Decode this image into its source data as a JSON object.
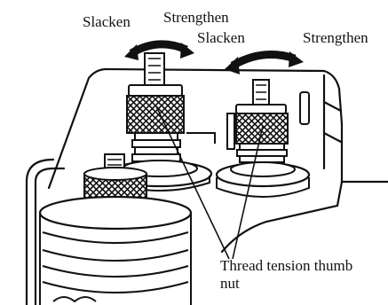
{
  "labels": {
    "left_slacken": "Slacken",
    "left_strengthen": "Strengthen",
    "right_slacken": "Slacken",
    "right_strengthen": "Strengthen",
    "callout": "Thread tension thumb nut"
  },
  "colors": {
    "ink": "#111111",
    "paper": "#ffffff"
  }
}
